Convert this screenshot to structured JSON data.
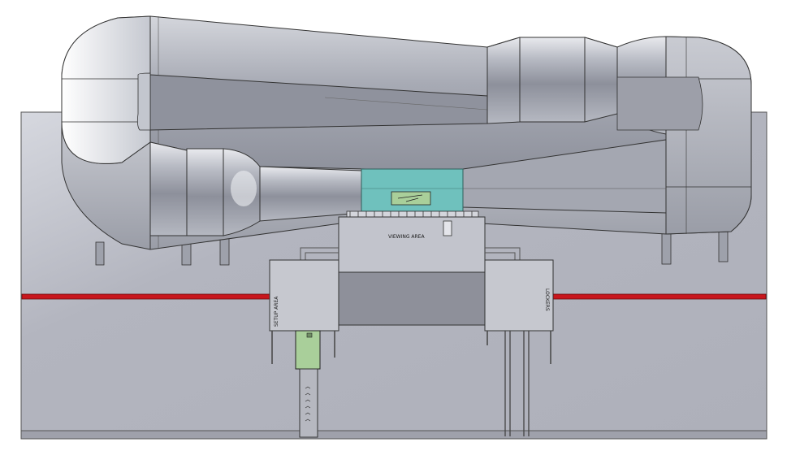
{
  "labels": {
    "viewing_area": "VIEWING AREA",
    "left_box": "SETUP AREA",
    "right_box": "LOCKERS"
  },
  "colors": {
    "background": "#ffffff",
    "platform": "#b9bbc4",
    "tunnel_metal": "#a9acb6",
    "red_rail": "#c8161d",
    "test_section": "#6fc1bd",
    "green_panel": "#a9cf9a"
  }
}
